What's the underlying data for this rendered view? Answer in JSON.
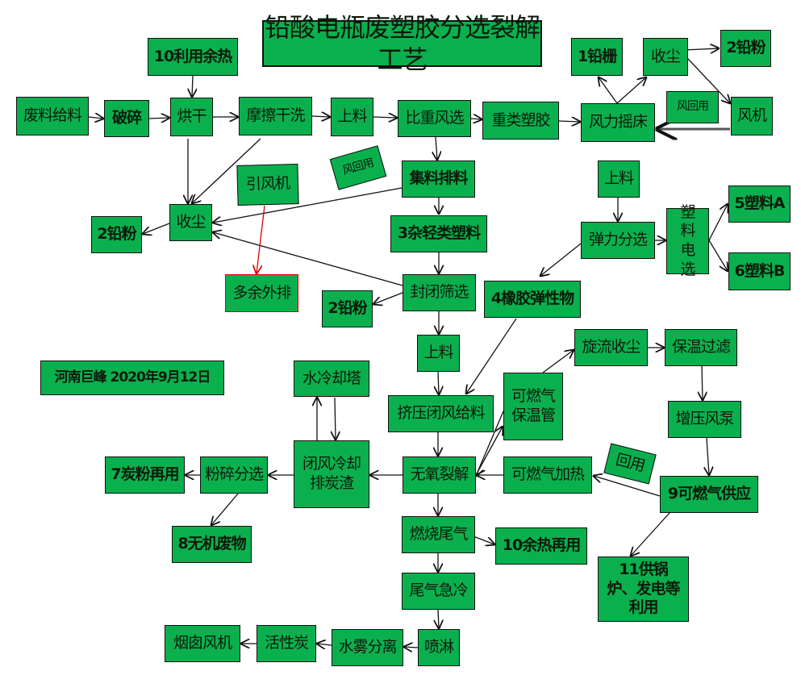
{
  "title": "铅酸电瓶废塑胶分选裂解工艺",
  "credit": "河南巨峰 2020年9月12日",
  "colors": {
    "box": "#0bb04e",
    "border": "#111111",
    "exhaust": "#e00000"
  },
  "nodes": {
    "reuse_heat_10": "10利用余热",
    "feed": "废料给料",
    "crush": "破碎",
    "dry": "烘干",
    "friction_wash": "摩擦干洗",
    "load1": "上料",
    "gravity_sort": "比重风选",
    "heavy_plastic": "重类塑胶",
    "air_table": "风力摇床",
    "lead_grid_1": "1铅栅",
    "dust_tr": "收尘",
    "lead_powder_tr": "2铅粉",
    "air_reuse_tr": "风回用",
    "fan": "风机",
    "collect_discharge": "集料排料",
    "air_reuse_mid": "风回用",
    "induced_fan": "引风机",
    "dust_left": "收尘",
    "lead_powder_left": "2铅粉",
    "excess_exhaust": "多余外排",
    "light_plastic_3": "3杂轻类塑料",
    "closed_screen": "封闭筛选",
    "lead_powder_mid": "2铅粉",
    "load2": "上料",
    "elastic_sort": "弹力分选",
    "electro_sort": "塑料电选",
    "plastic_a_5": "5塑料A",
    "plastic_b_6": "6塑料B",
    "rubber_4": "4橡胶弹性物",
    "load3": "上料",
    "cyclone_dust": "旋流收尘",
    "heat_filter": "保温过滤",
    "cooling_tower": "水冷却塔",
    "extrude_feed": "挤压闭风给料",
    "gas_pipe": "可燃气保温管",
    "booster_pump": "增压风泵",
    "cool_discharge": "闭风冷却排炭渣",
    "pyrolysis": "无氧裂解",
    "gas_heat": "可燃气加热",
    "reuse": "回用",
    "gas_supply_9": "9可燃气供应",
    "crush_sort": "粉碎分选",
    "carbon_reuse_7": "7炭粉再用",
    "inorganic_8": "8无机废物",
    "burn_exhaust": "燃烧尾气",
    "heat_reuse_10": "10余热再用",
    "boiler_11": "11供锅炉、发电等利用",
    "quench": "尾气急冷",
    "spray": "喷淋",
    "mist_sep": "水雾分离",
    "activated_carbon": "活性炭",
    "chimney_fan": "烟囱风机"
  }
}
